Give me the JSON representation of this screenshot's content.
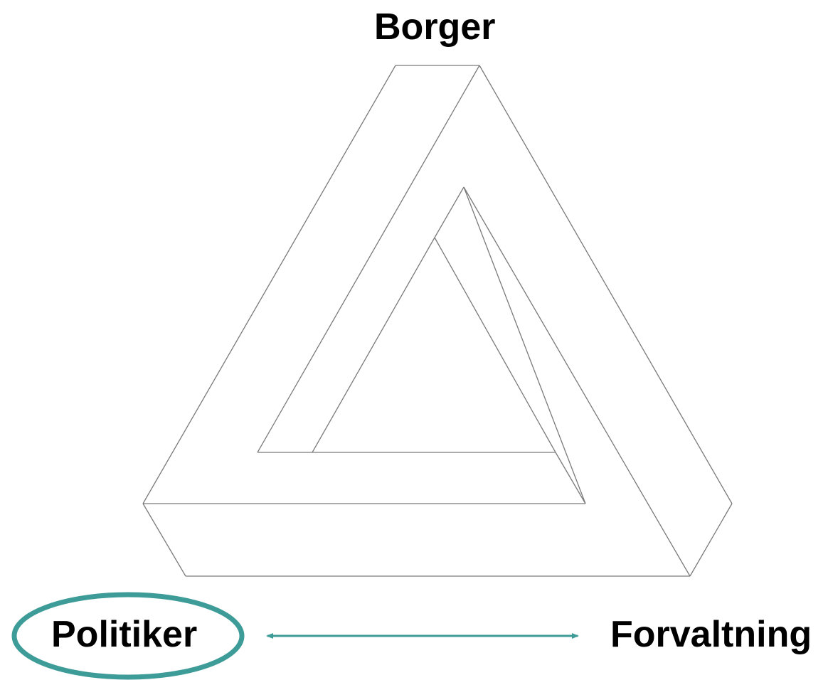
{
  "diagram": {
    "labels": {
      "top": "Borger",
      "left": "Politiker",
      "right": "Forvaltning"
    },
    "colors": {
      "line": "#7a7a7a",
      "accent": "#3e9c98",
      "text": "#000000"
    }
  }
}
